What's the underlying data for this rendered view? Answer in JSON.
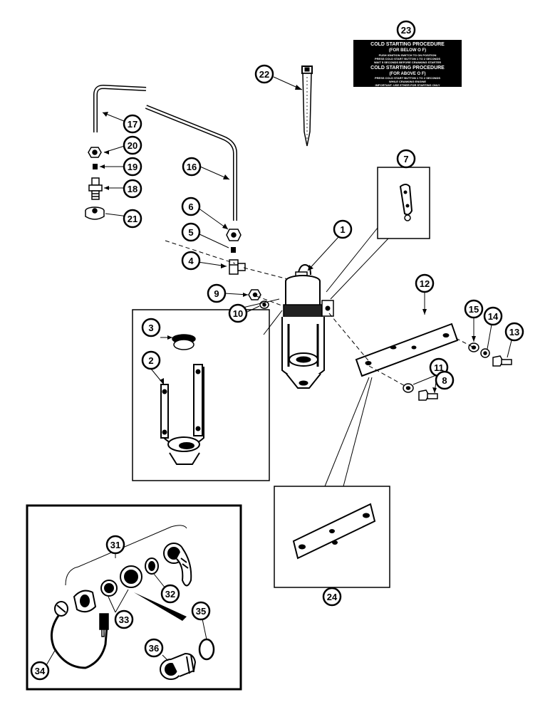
{
  "decal": {
    "heading_1": "COLD STARTING PROCEDURE",
    "sub_1": "(FOR BELOW O F)",
    "line_1a": "PUSH IGNITION SWITCH TO ON POSITION",
    "line_1b": "PRESS COLD START BUTTON 1 TO 2 SECONDS",
    "line_1c": "WAIT 5 SECONDS BEFORE CRANKING STARTER",
    "heading_2": "COLD STARTING PROCEDURE",
    "sub_2": "(FOR ABOVE O F)",
    "line_2a": "PRESS COLD START BUTTON 1 TO 2 SECONDS",
    "line_2b": "WHILE CRANKING ENGINE",
    "line_2c": "IMPORTANT: USE ETHER FOR STARTING ONLY"
  },
  "callouts": {
    "c1": "1",
    "c2": "2",
    "c3": "3",
    "c4": "4",
    "c5": "5",
    "c6": "6",
    "c7": "7",
    "c8": "8",
    "c9": "9",
    "c10": "10",
    "c11": "11",
    "c12": "12",
    "c13": "13",
    "c14": "14",
    "c15": "15",
    "c16": "16",
    "c17": "17",
    "c18": "18",
    "c19": "19",
    "c20": "20",
    "c21": "21",
    "c22": "22",
    "c23": "23",
    "c24": "24",
    "c31": "31",
    "c32": "32",
    "c33": "33",
    "c34": "34",
    "c35": "35",
    "c36": "36"
  },
  "colors": {
    "ink": "#000000",
    "paper": "#ffffff"
  }
}
